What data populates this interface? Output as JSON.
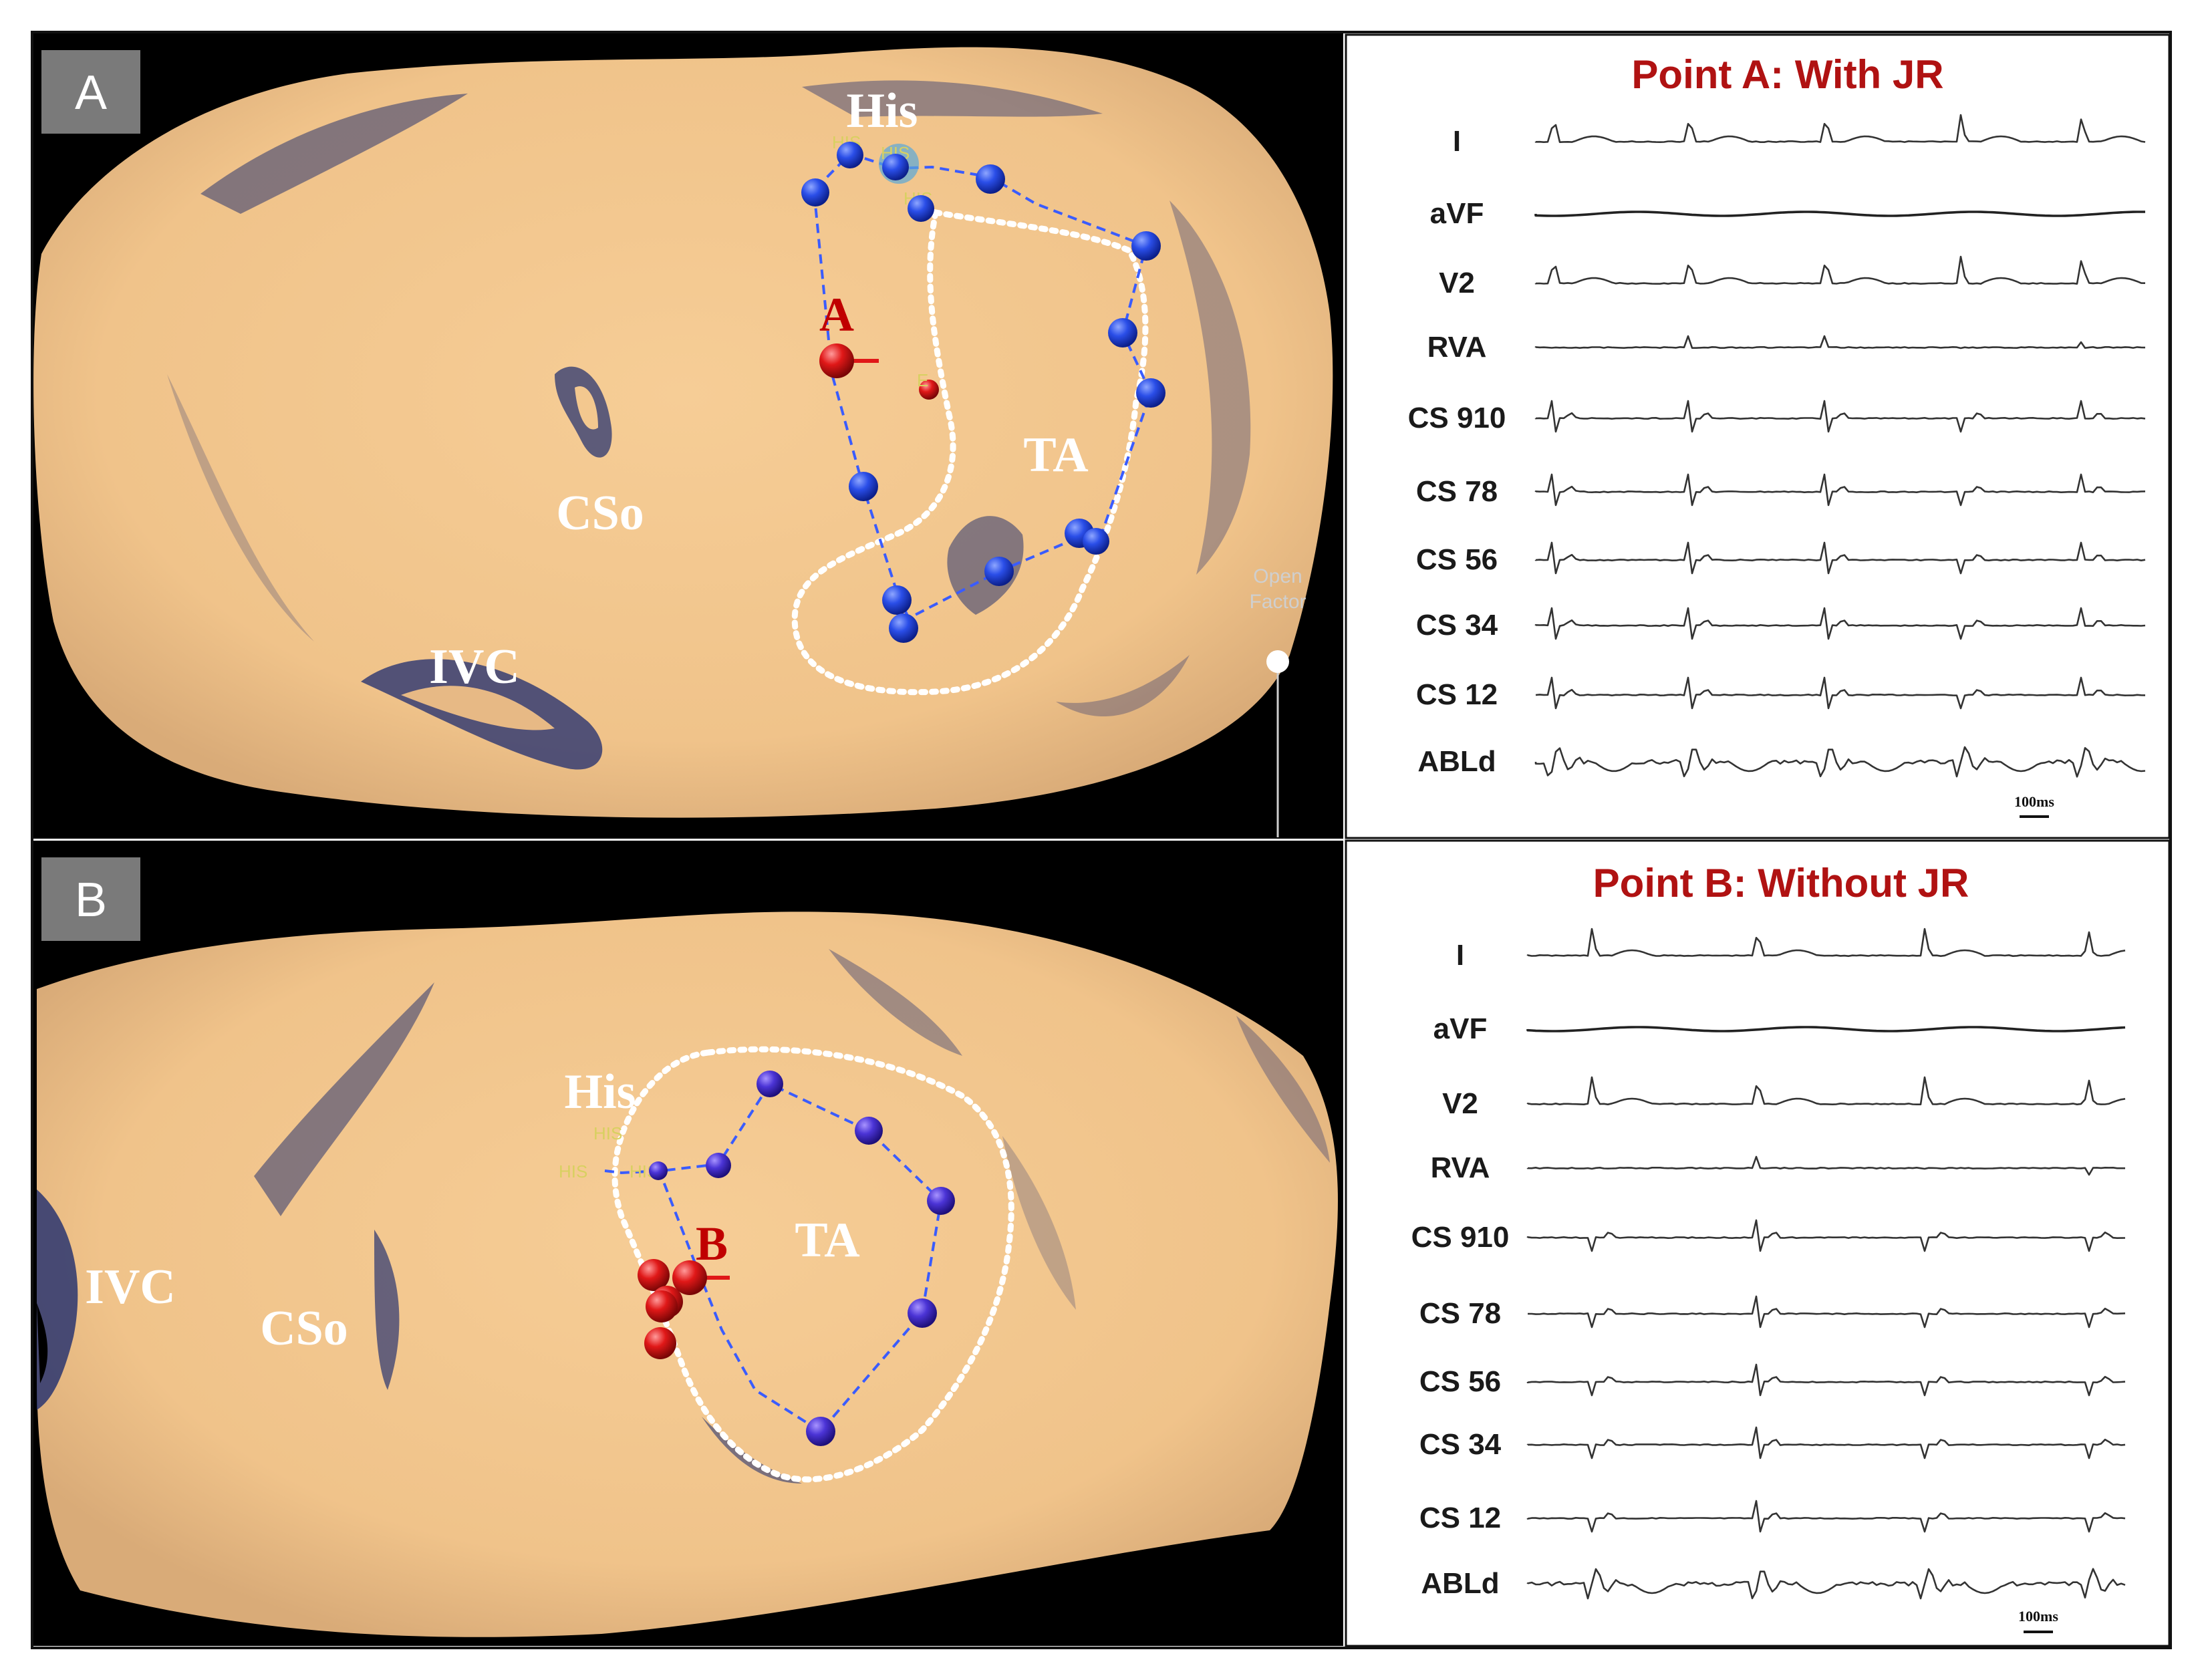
{
  "panels": [
    {
      "id": "A",
      "label": "A",
      "map": {
        "anatomy": {
          "his": "His",
          "cso": "CSo",
          "ivc": "IVC",
          "ta": "TA"
        },
        "point_label": "A",
        "his_tags": [
          "HIS",
          "HIS",
          "HIS"
        ],
        "small_marker": "E",
        "open_factor": [
          "Open",
          "Factor"
        ]
      },
      "ecg": {
        "title": "Point A: With JR",
        "leads": [
          "I",
          "aVF",
          "V2",
          "RVA",
          "CS 910",
          "CS 78",
          "CS 56",
          "CS 34",
          "CS 12",
          "ABLd"
        ],
        "scale": "100ms"
      }
    },
    {
      "id": "B",
      "label": "B",
      "map": {
        "anatomy": {
          "his": "His",
          "cso": "CSo",
          "ivc": "IVC",
          "ta": "TA"
        },
        "point_label": "B",
        "his_tags": [
          "HIS",
          "HIS",
          "HIS"
        ]
      },
      "ecg": {
        "title": "Point B: Without JR",
        "leads": [
          "I",
          "aVF",
          "V2",
          "RVA",
          "CS 910",
          "CS 78",
          "CS 56",
          "CS 34",
          "CS 12",
          "ABLd"
        ],
        "scale": "100ms"
      }
    }
  ],
  "colors": {
    "tissue": "#f2c68c",
    "shadow": "#2a3570",
    "ablation_point": "#1f3ee0",
    "target_point": "#e01818",
    "outline": "#ffffff",
    "ecg_title": "#b01212"
  }
}
